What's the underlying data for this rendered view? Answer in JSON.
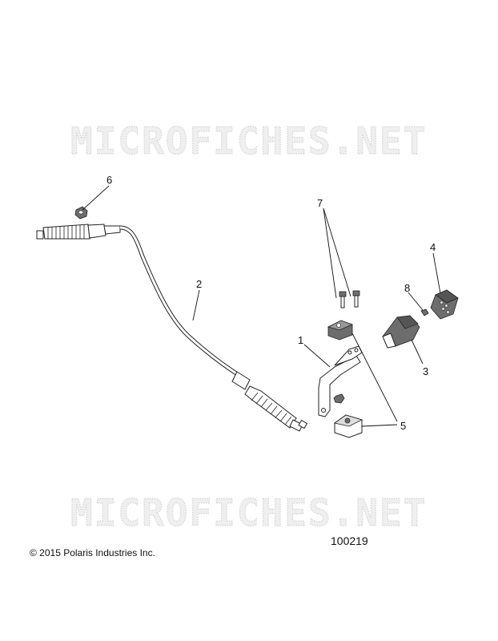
{
  "watermark": "MICROFICHES.NET",
  "callouts": [
    "1",
    "2",
    "3",
    "4",
    "5",
    "6",
    "7",
    "8"
  ],
  "copyright": "© 2015 Polaris Industries Inc.",
  "diagram_code": "100219"
}
